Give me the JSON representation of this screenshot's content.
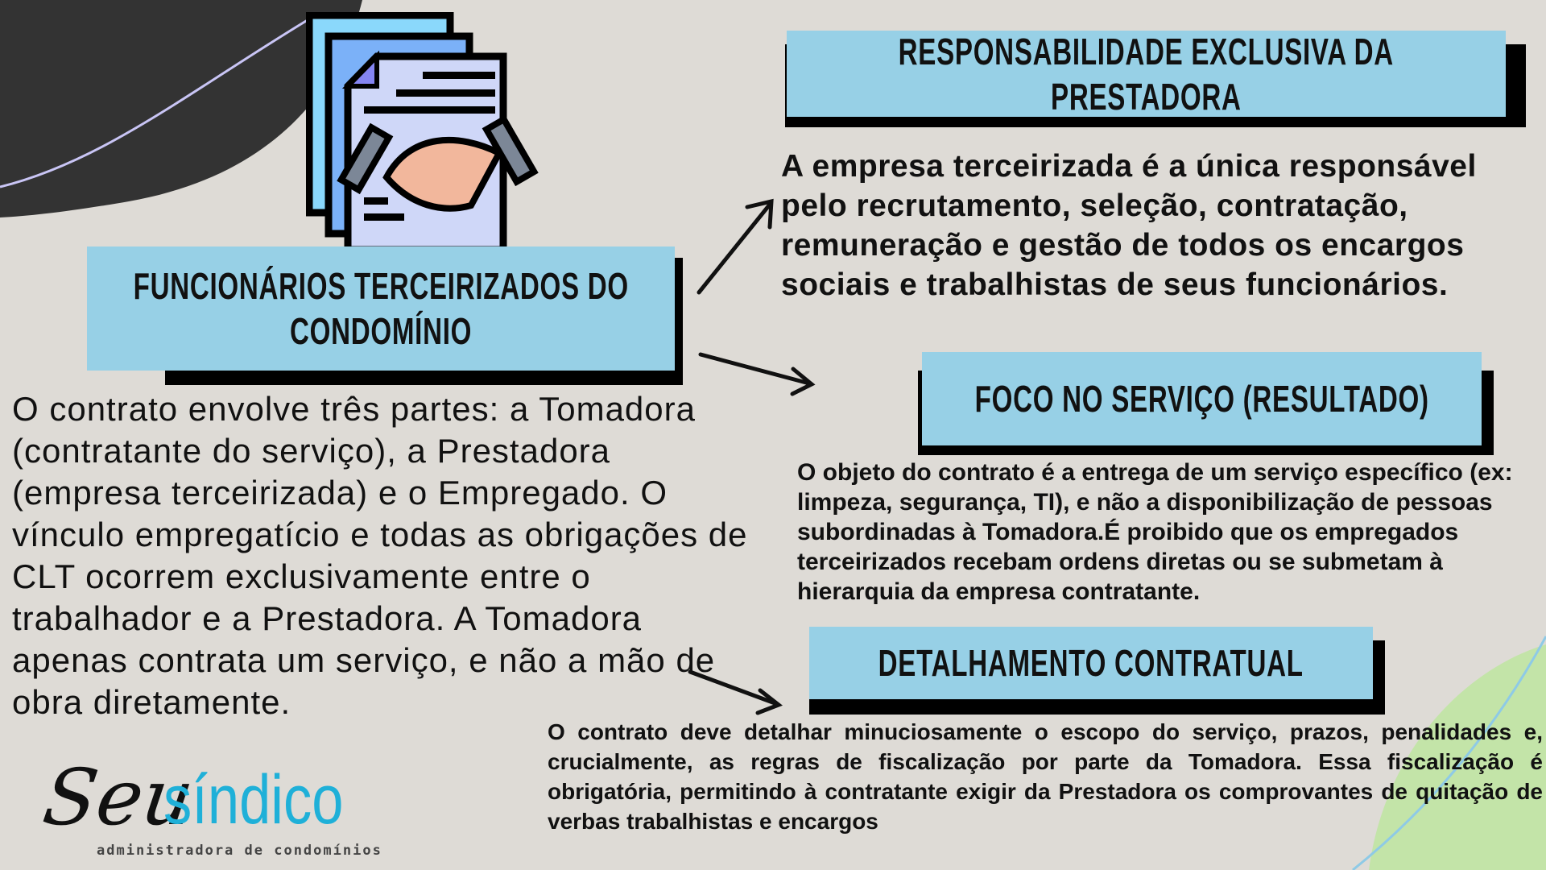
{
  "colors": {
    "background": "#dedbd6",
    "box": "#97d0e6",
    "shadow": "#000000",
    "dark_blob": "#333333",
    "green_blob": "#c3e4a8",
    "logo_blue": "#1fb0d8"
  },
  "title": {
    "line1": "FUNCIONÁRIOS TERCEIRIZADOS DO",
    "line2": "CONDOMÍNIO"
  },
  "intro": "O contrato envolve três partes: a Tomadora (contratante do serviço), a Prestadora (empresa terceirizada) e o Empregado. O vínculo empregatício e todas as obrigações de CLT ocorrem exclusivamente entre o trabalhador e a Prestadora. A Tomadora apenas contrata um serviço, e não a mão de obra diretamente.",
  "sections": [
    {
      "heading_line1": "RESPONSABILIDADE EXCLUSIVA DA",
      "heading_line2": "PRESTADORA",
      "text": "A empresa terceirizada é a única responsável pelo recrutamento, seleção, contratação, remuneração e gestão de todos os encargos sociais e trabalhistas de seus funcionários."
    },
    {
      "heading": "FOCO NO SERVIÇO (RESULTADO)",
      "text": "O objeto do contrato é a entrega de um serviço específico (ex: limpeza, segurança, TI), e não a disponibilização de pessoas subordinadas à Tomadora.É proibido que os empregados terceirizados recebam ordens diretas ou se submetam à hierarquia da empresa contratante."
    },
    {
      "heading": "DETALHAMENTO CONTRATUAL",
      "text": "O contrato deve detalhar minuciosamente o escopo do serviço, prazos, penalidades e, crucialmente, as regras de fiscalização por parte da Tomadora. Essa fiscalização é obrigatória, permitindo à contratante exigir da Prestadora os comprovantes de quitação de verbas trabalhistas e encargos"
    }
  ],
  "logo": {
    "script": "Seu",
    "name": "síndico",
    "tagline": "administradora de condomínios"
  },
  "icons": {
    "illustration": "contract-handshake-icon",
    "arrows": "arrow-icon"
  }
}
